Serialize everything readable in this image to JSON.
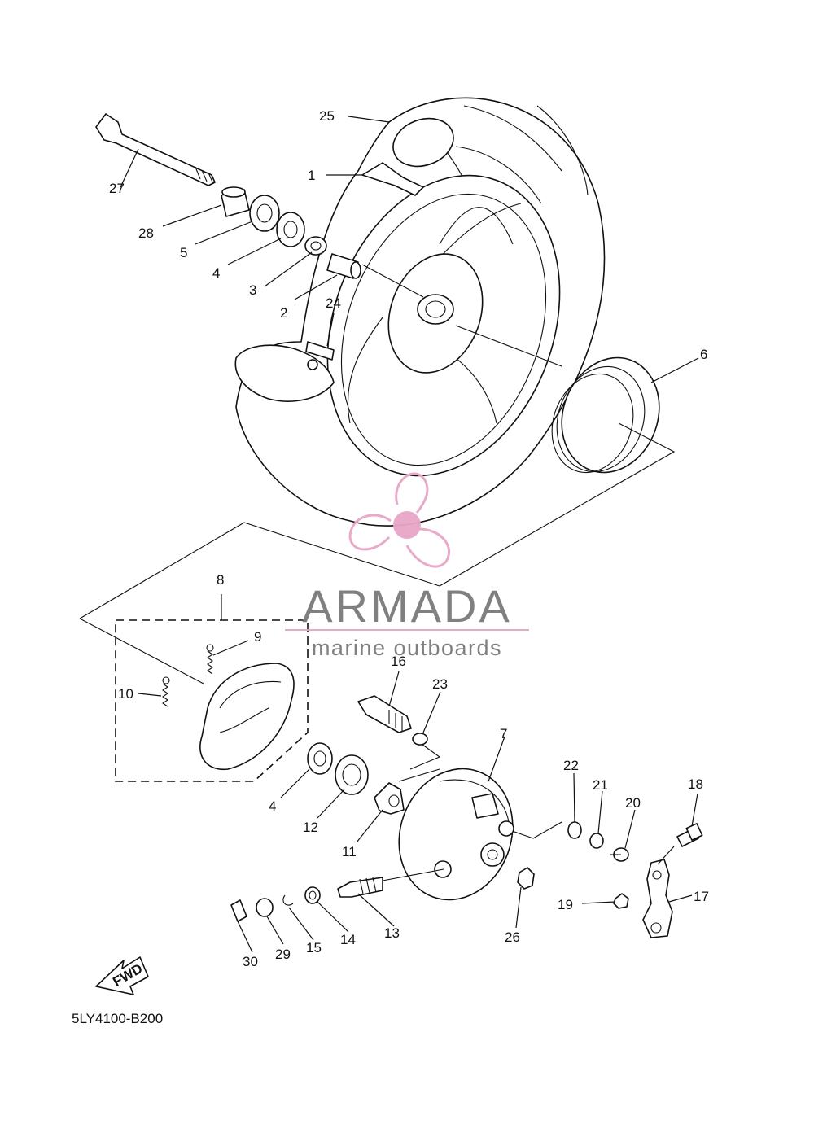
{
  "diagram": {
    "code": "5LY4100-B200",
    "fwd_label": "FWD",
    "part_labels": {
      "p1": "1",
      "p2": "2",
      "p3": "3",
      "p4a": "4",
      "p4b": "4",
      "p5": "5",
      "p6": "6",
      "p7": "7",
      "p8": "8",
      "p9": "9",
      "p10": "10",
      "p11": "11",
      "p12": "12",
      "p13": "13",
      "p14": "14",
      "p15": "15",
      "p16": "16",
      "p17": "17",
      "p18": "18",
      "p19": "19",
      "p20": "20",
      "p21": "21",
      "p22": "22",
      "p23": "23",
      "p24": "24",
      "p25": "25",
      "p26": "26",
      "p27": "27",
      "p28": "28",
      "p29": "29",
      "p30": "30"
    }
  },
  "watermark": {
    "brand": "ARMADA",
    "tagline": "marine outboards",
    "accent_color": "#e8a6c8",
    "text_color": "#7a7a7a"
  }
}
